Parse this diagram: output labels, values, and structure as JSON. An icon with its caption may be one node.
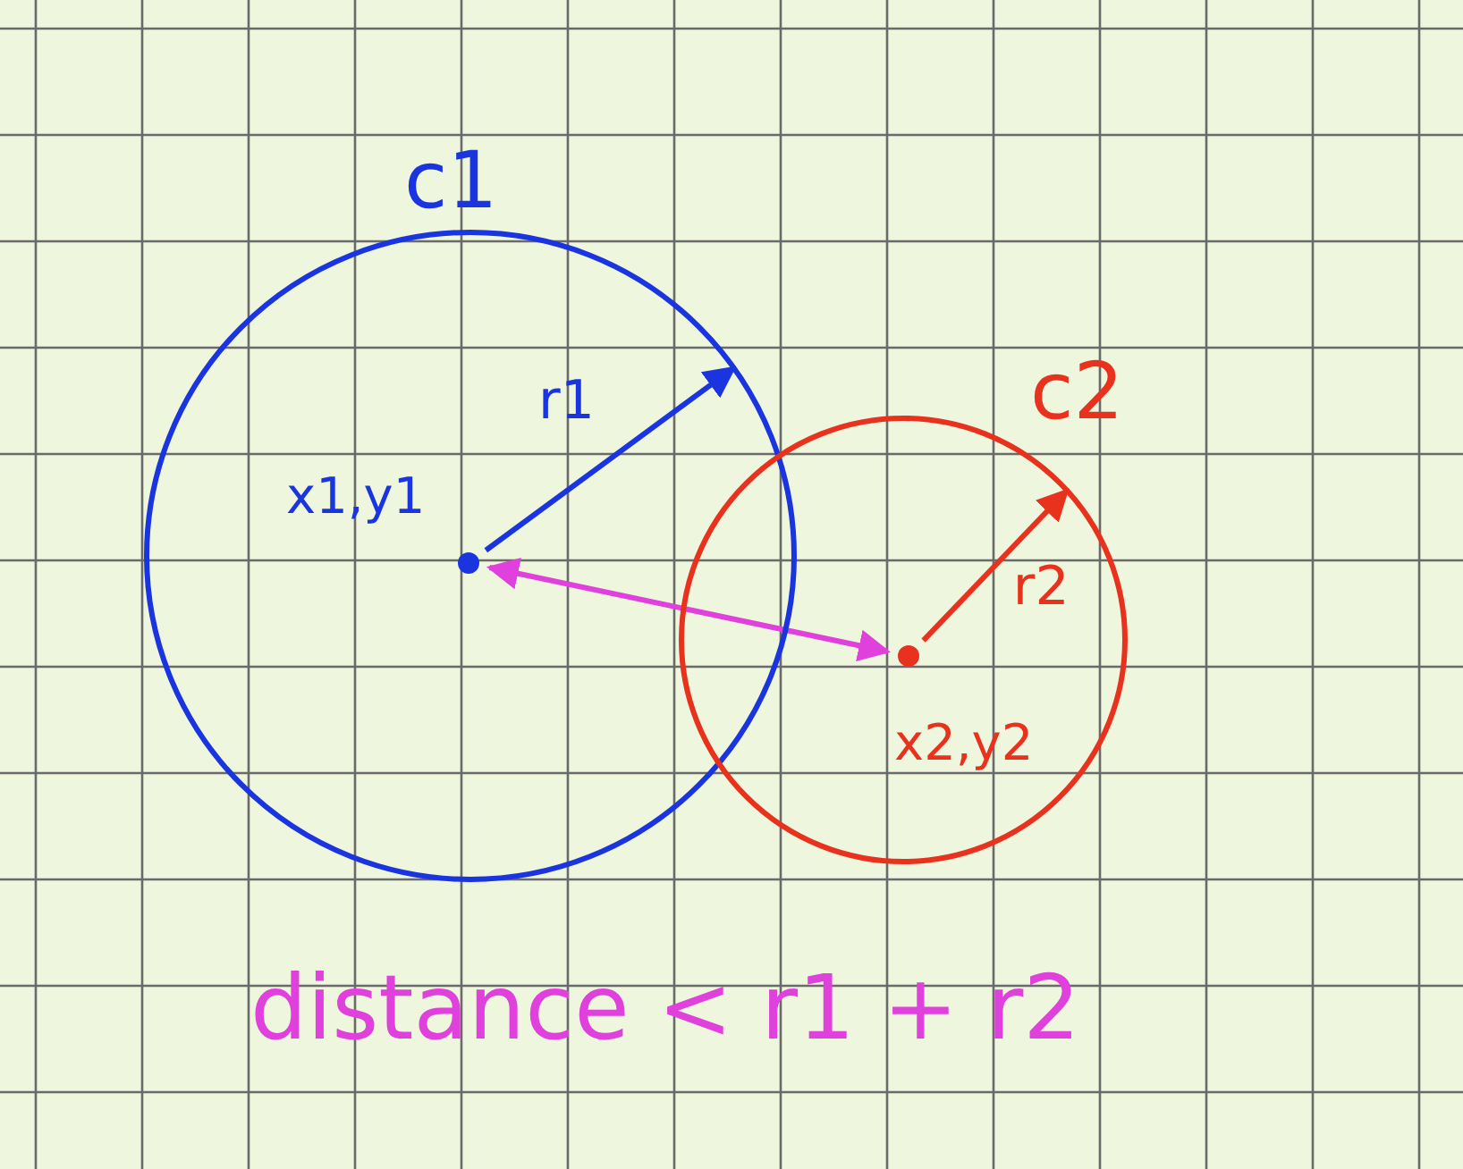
{
  "diagram": {
    "nodes": [
      {
        "text": [
          "c1"
        ]
      },
      {
        "text": [
          "x1,y1"
        ],
        "in": 0
      },
      {
        "text": [
          "c2"
        ]
      },
      {
        "text": [
          "x2,y2"
        ],
        "in": 2
      }
    ],
    "edges": [
      {
        "from": 1,
        "to": 0,
        "arrow": "to",
        "label": "r1",
        "color": "#1a35e0"
      },
      {
        "from": 3,
        "to": 2,
        "arrow": "to",
        "label": "r2",
        "color": "#e8321e"
      },
      {
        "from": 1,
        "to": 3,
        "arrow": "both",
        "color": "#e040dc"
      }
    ],
    "labels": [
      "distance < r1 + r2"
    ]
  }
}
